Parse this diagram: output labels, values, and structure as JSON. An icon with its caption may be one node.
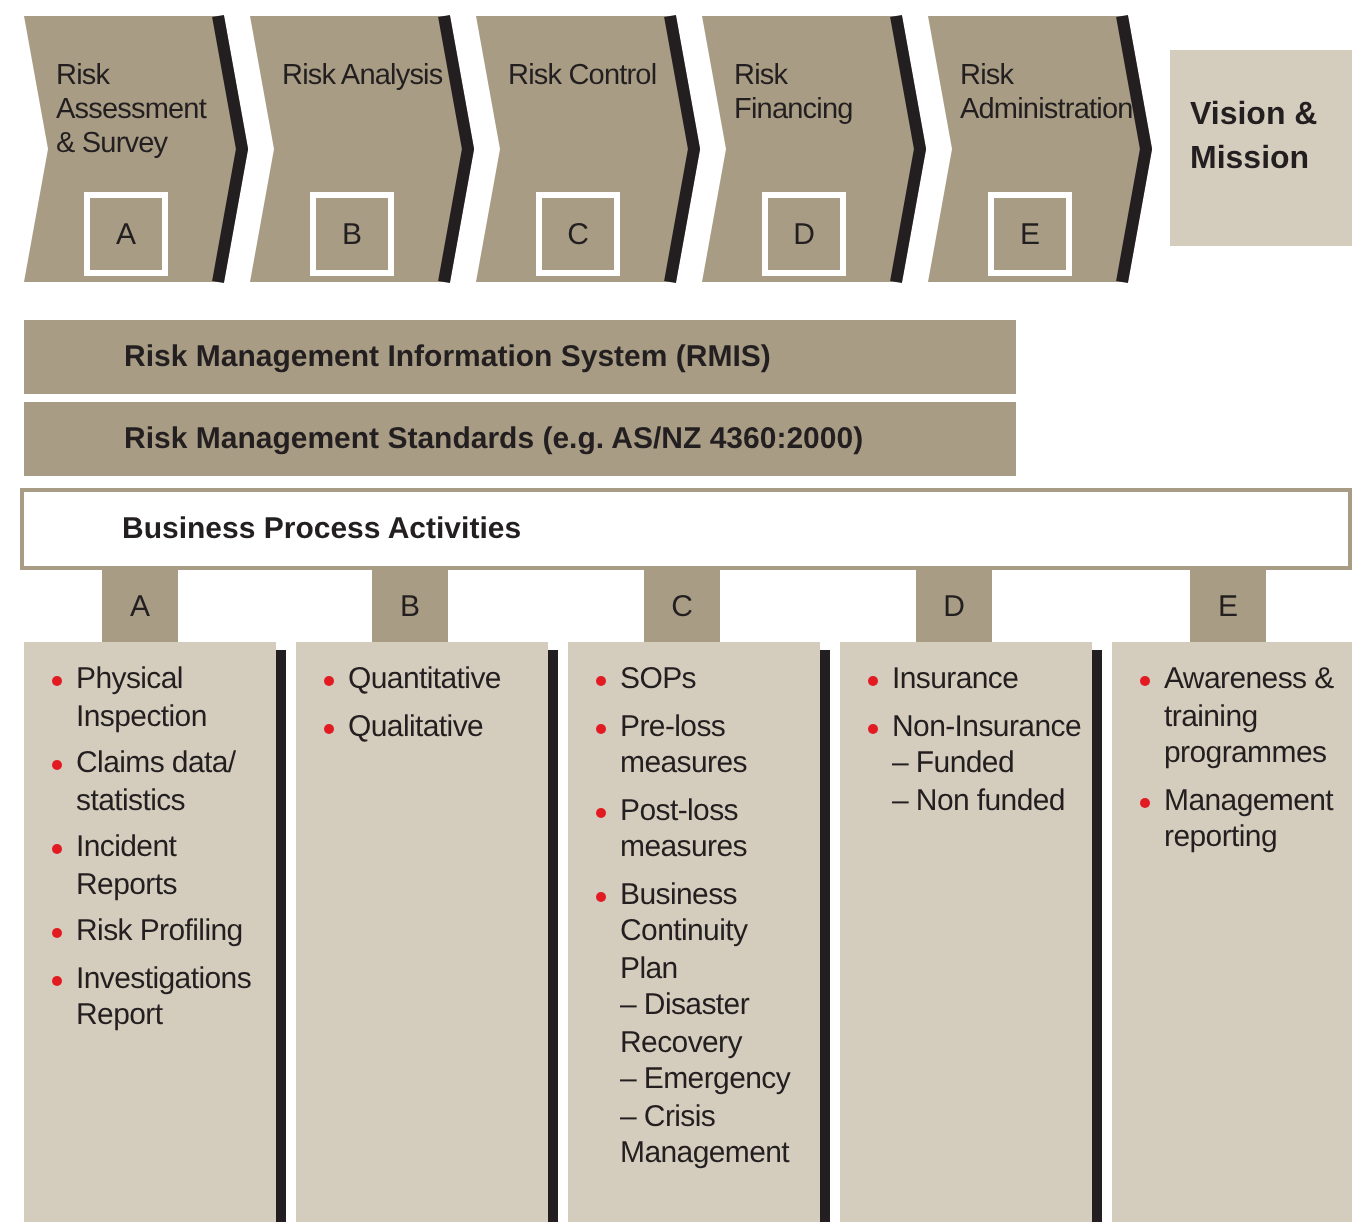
{
  "diagram": {
    "nodes": [
      {
        "text": [
          "Risk Assessment & Survey"
        ]
      },
      {
        "text": [
          "A"
        ],
        "in": 0
      },
      {
        "text": [
          "Risk Analysis"
        ]
      },
      {
        "text": [
          "B"
        ],
        "in": 2
      },
      {
        "text": [
          "Risk Control"
        ]
      },
      {
        "text": [
          "C"
        ],
        "in": 4
      },
      {
        "text": [
          "Risk Financing"
        ]
      },
      {
        "text": [
          "D"
        ],
        "in": 6
      },
      {
        "text": [
          "Risk Administration"
        ]
      },
      {
        "text": [
          "E"
        ],
        "in": 8
      },
      {
        "text": [
          "Vision & Mission"
        ]
      },
      {
        "text": [
          "Risk Management Information System (RMIS)"
        ]
      },
      {
        "text": [
          "Risk Management Standards (e.g. AS/NZ 4360:2000)"
        ]
      },
      {
        "text": [
          "Business Process Activities"
        ]
      },
      {
        "text": [
          "A"
        ]
      },
      {
        "text": [
          "B"
        ]
      },
      {
        "text": [
          "C"
        ]
      },
      {
        "text": [
          "D"
        ]
      },
      {
        "text": [
          "E"
        ]
      },
      {
        "text": [
          "Physical Inspection",
          "Claims data/ statistics",
          "Incident Reports",
          "Risk Profiling",
          "Investigations Report"
        ]
      },
      {
        "text": [
          "Quantitative",
          "Qualitative"
        ]
      },
      {
        "text": [
          "SOPs",
          "Pre-loss measures",
          "Post-loss measures",
          "Business Continuity Plan",
          "– Disaster Recovery",
          "– Emergency",
          "– Crisis Management"
        ]
      },
      {
        "text": [
          "Insurance",
          "Non-Insurance",
          "– Funded",
          "– Non funded"
        ]
      },
      {
        "text": [
          "Awareness & training programmes",
          "Management reporting"
        ]
      }
    ]
  }
}
